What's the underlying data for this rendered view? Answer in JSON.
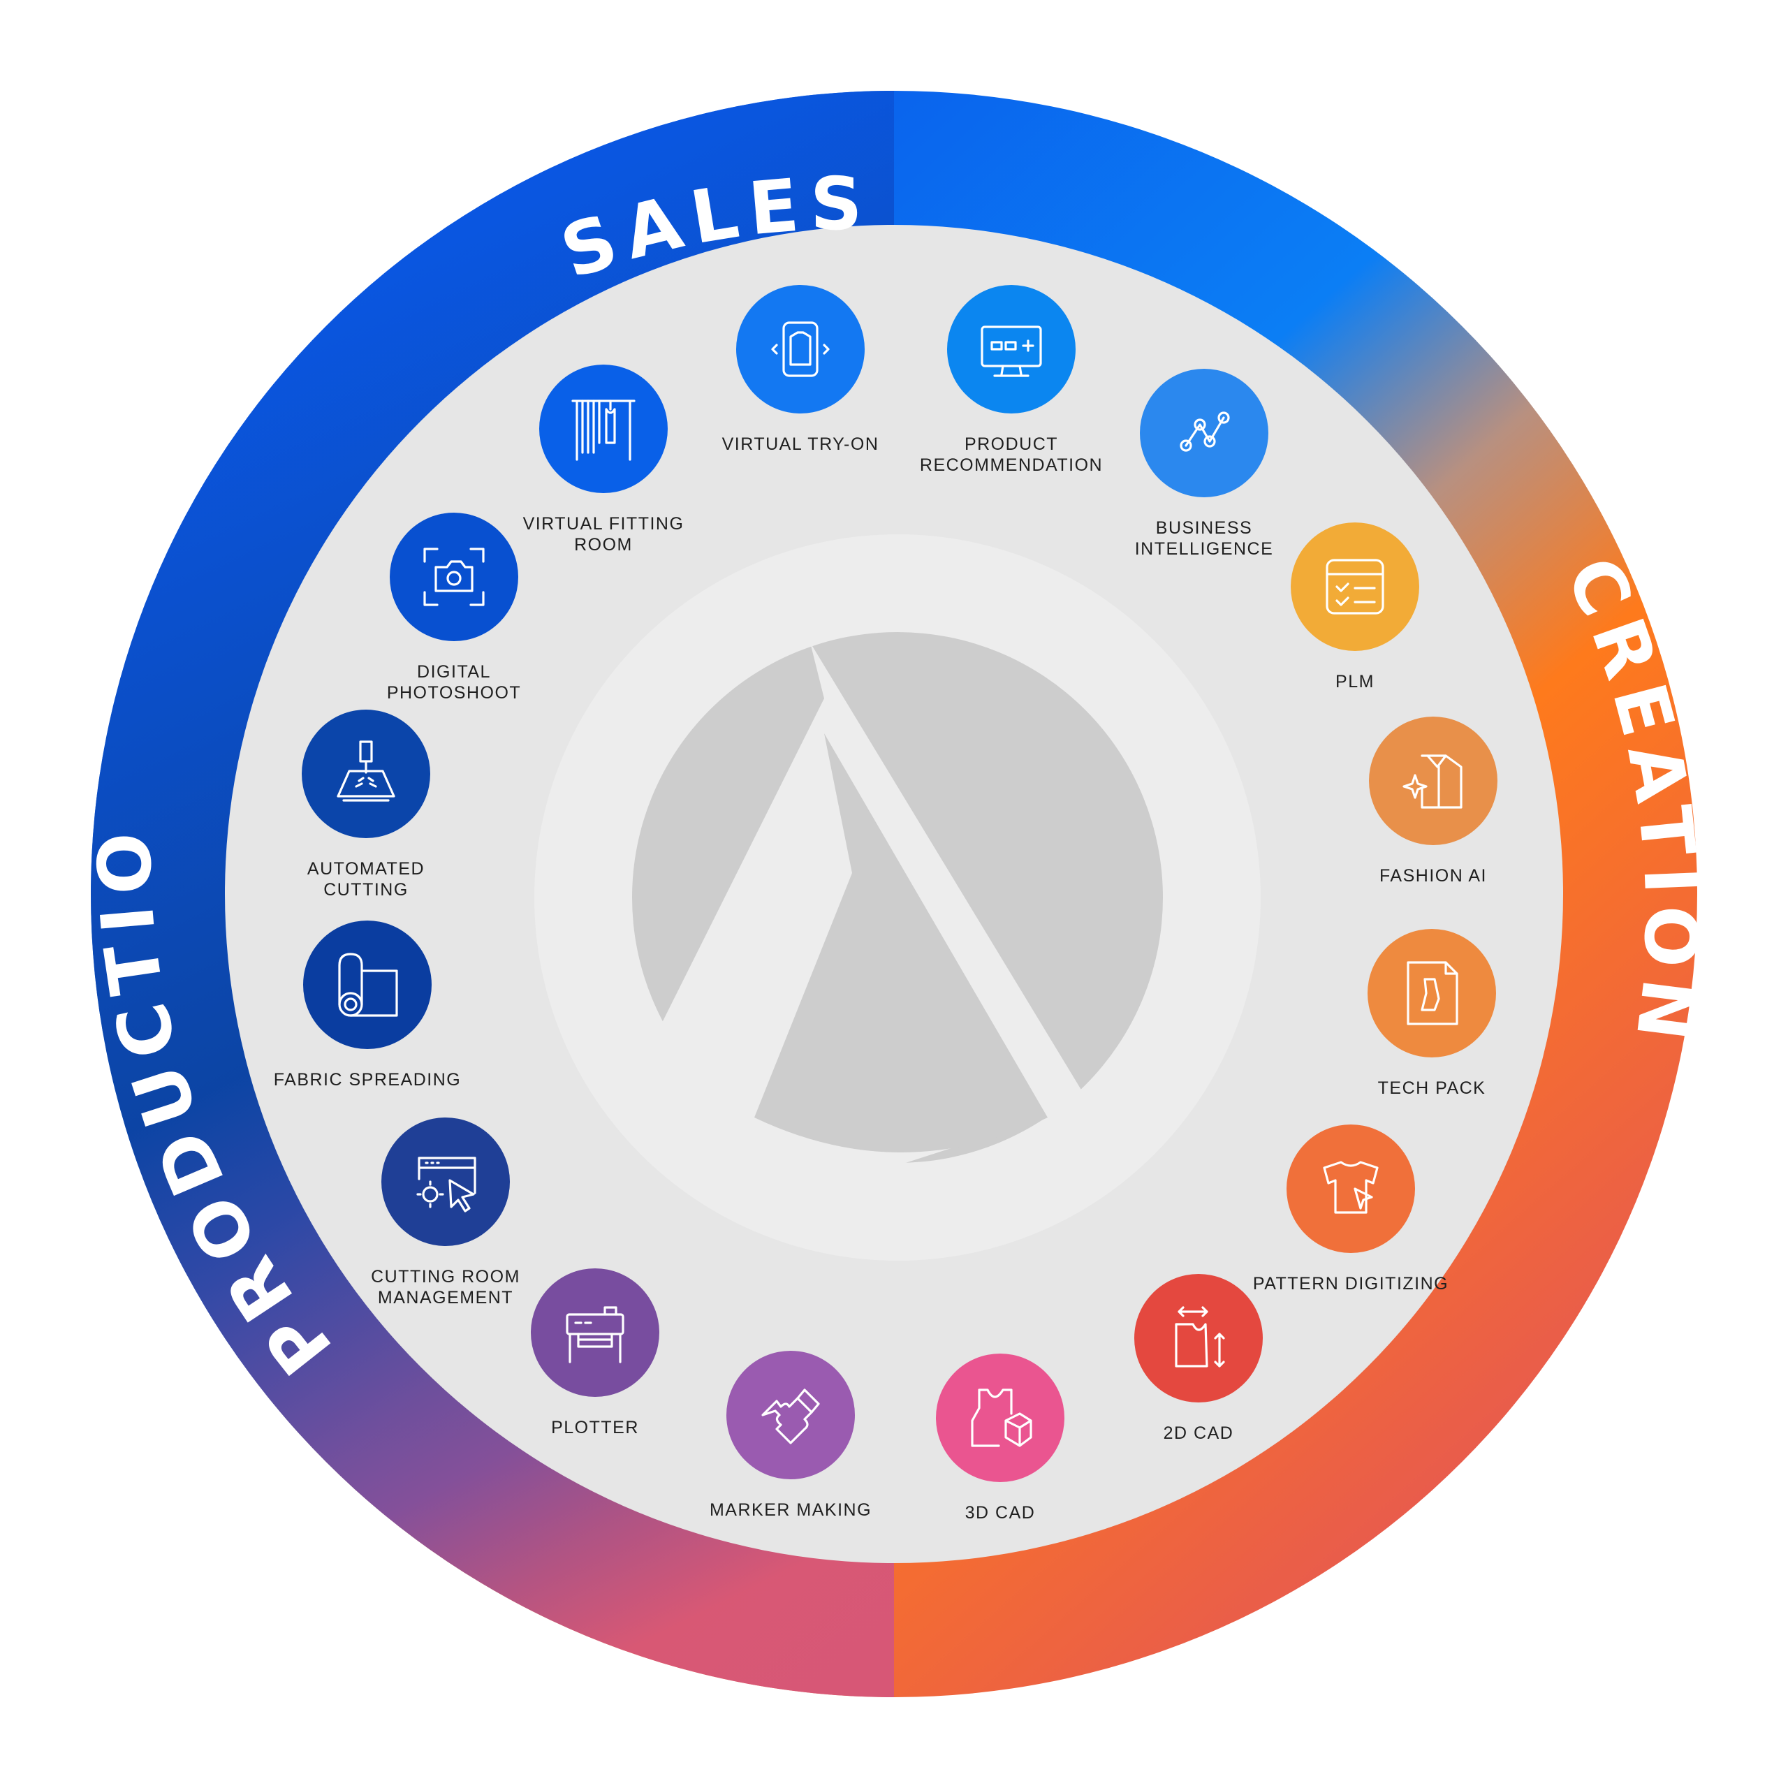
{
  "segments": {
    "sales": "SALES",
    "creation": "CREATION",
    "production": "PRODUCTION"
  },
  "colors": {
    "ring_blue": "#0a5cf2",
    "ring_navy": "#0c3f9c",
    "ring_orange": "#fe7a1c",
    "ring_pink": "#d4557d",
    "ring_purple": "#7b4aa1",
    "inner_background": "#e6e6e6",
    "logo_gray": "#cdcdcd"
  },
  "nodes": [
    {
      "id": "virtual-try-on",
      "label_lines": [
        "VIRTUAL TRY-ON"
      ],
      "color": "#1378f2",
      "icon": "phone-shirt-icon"
    },
    {
      "id": "product-recommendation",
      "label_lines": [
        "PRODUCT",
        "RECOMMENDATION"
      ],
      "color": "#0b86f0",
      "icon": "monitor-cards-icon"
    },
    {
      "id": "business-intelligence",
      "label_lines": [
        "BUSINESS",
        "INTELLIGENCE"
      ],
      "color": "#2b88ee",
      "icon": "line-graph-icon"
    },
    {
      "id": "plm",
      "label_lines": [
        "PLM"
      ],
      "color": "#f2ab37",
      "icon": "checklist-window-icon"
    },
    {
      "id": "fashion-ai",
      "label_lines": [
        "FASHION AI"
      ],
      "color": "#e8904a",
      "icon": "shirt-sparkle-icon"
    },
    {
      "id": "tech-pack",
      "label_lines": [
        "TECH PACK"
      ],
      "color": "#ee8a3f",
      "icon": "document-garment-icon"
    },
    {
      "id": "pattern-digitizing",
      "label_lines": [
        "PATTERN DIGITIZING"
      ],
      "color": "#f0703a",
      "icon": "pattern-cursor-icon"
    },
    {
      "id": "2d-cad",
      "label_lines": [
        "2D CAD"
      ],
      "color": "#e4483f",
      "icon": "pattern-measure-icon"
    },
    {
      "id": "3d-cad",
      "label_lines": [
        "3D CAD"
      ],
      "color": "#ea5590",
      "icon": "tank-top-cube-icon"
    },
    {
      "id": "marker-making",
      "label_lines": [
        "MARKER MAKING"
      ],
      "color": "#9a5bb0",
      "icon": "puzzle-icon"
    },
    {
      "id": "plotter",
      "label_lines": [
        "PLOTTER"
      ],
      "color": "#784d9f",
      "icon": "plotter-icon"
    },
    {
      "id": "cutting-room-management",
      "label_lines": [
        "CUTTING ROOM",
        "MANAGEMENT"
      ],
      "color": "#1f3f96",
      "icon": "browser-gear-cursor-icon"
    },
    {
      "id": "fabric-spreading",
      "label_lines": [
        "FABRIC SPREADING"
      ],
      "color": "#0a3da0",
      "icon": "fabric-roll-icon"
    },
    {
      "id": "automated-cutting",
      "label_lines": [
        "AUTOMATED",
        "CUTTING"
      ],
      "color": "#0b45aa",
      "icon": "cutting-machine-icon"
    },
    {
      "id": "digital-photoshoot",
      "label_lines": [
        "DIGITAL",
        "PHOTOSHOOT"
      ],
      "color": "#0850d0",
      "icon": "camera-frame-icon"
    },
    {
      "id": "virtual-fitting-room",
      "label_lines": [
        "VIRTUAL FITTING",
        "ROOM"
      ],
      "color": "#0960e8",
      "icon": "curtain-rack-icon"
    }
  ]
}
